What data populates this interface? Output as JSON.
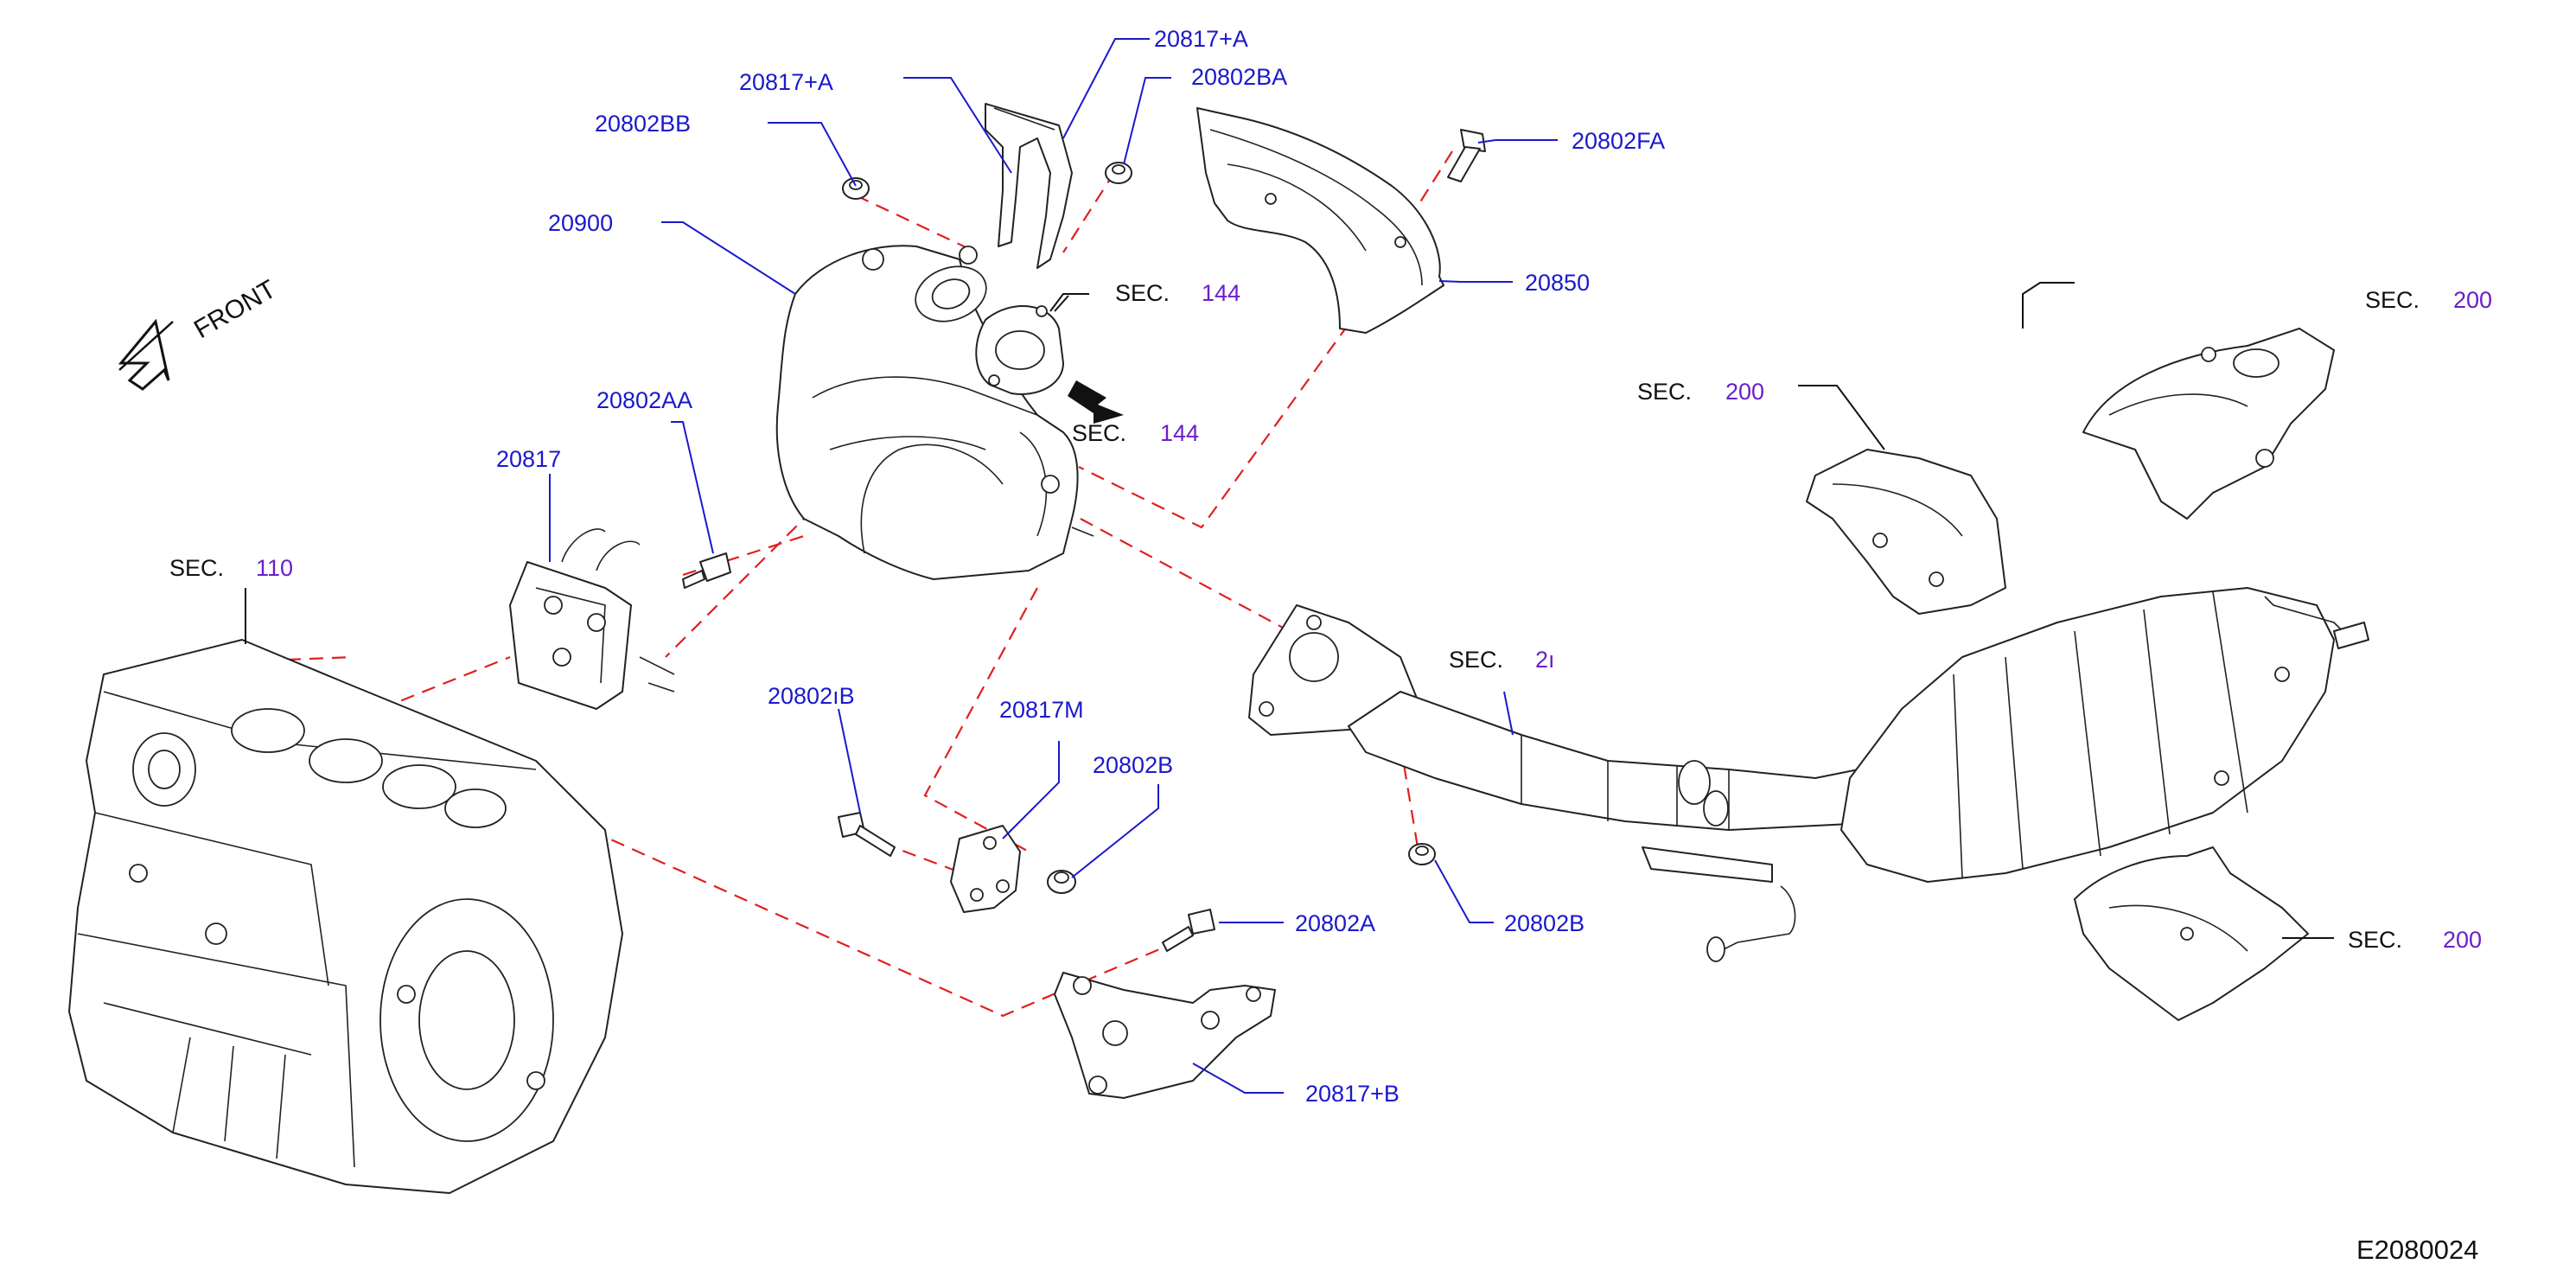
{
  "diagram": {
    "figure_code": "E2080024",
    "front_marker": "FRONT",
    "sec_word": "SEC.",
    "part_labels": {
      "p20817A_top": "20817+A",
      "p20817A_left": "20817+A",
      "p20802BA": "20802BA",
      "p20802BB": "20802BB",
      "p20802FA": "20802FA",
      "p20900": "20900",
      "p20850": "20850",
      "p20802AA": "20802AA",
      "p20817": "20817",
      "p20802B_bolt": "20802ıB",
      "p20817M": "20817M",
      "p20802B_mid": "20802B",
      "p20802B_right": "20802B",
      "p20802A": "20802A",
      "p20817B": "20817+B"
    },
    "section_refs": {
      "sec144_upper": "144",
      "sec144_lower": "144",
      "sec110": "110",
      "sec200_mid": "200",
      "sec200_top": "200",
      "sec200_bottom": "200",
      "sec200_pipe": "2ı"
    },
    "colors": {
      "part_number": "#1a1acc",
      "section_number": "#6a1fc9",
      "dashed_line": "#e02020",
      "drawing": "#222222"
    }
  }
}
